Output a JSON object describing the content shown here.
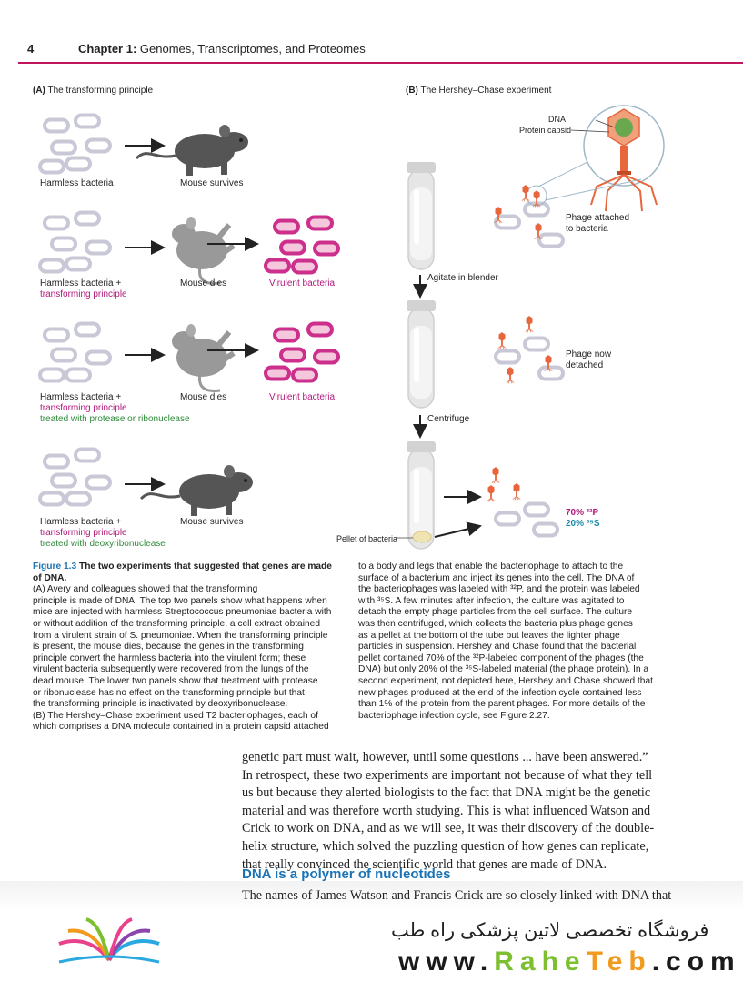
{
  "header": {
    "page_number": "4",
    "chapter": "Chapter 1:",
    "chapter_title": "Genomes, Transcriptomes, and Proteomes"
  },
  "panel_a": {
    "letter": "(A)",
    "title": "The transforming principle",
    "rows": [
      {
        "left": "Harmless bacteria",
        "left_extra": "",
        "left_extra2": "",
        "mouse": "Mouse survives",
        "right": ""
      },
      {
        "left": "Harmless bacteria +",
        "left_extra": "transforming principle",
        "left_extra2": "",
        "mouse": "Mouse dies",
        "right": "Virulent bacteria"
      },
      {
        "left": "Harmless bacteria +",
        "left_extra": "transforming principle",
        "left_extra2": "treated with protease or ribonuclease",
        "mouse": "Mouse dies",
        "right": "Virulent bacteria"
      },
      {
        "left": "Harmless bacteria +",
        "left_extra": "transforming principle",
        "left_extra2": "treated with deoxyribonuclease",
        "mouse": "Mouse survives",
        "right": ""
      }
    ]
  },
  "panel_b": {
    "letter": "(B)",
    "title": "The Hershey–Chase experiment",
    "dna": "DNA",
    "capsid": "Protein capsid",
    "attached_1": "Phage attached",
    "attached_2": "to bacteria",
    "step1": "Agitate in blender",
    "detached_1": "Phage now",
    "detached_2": "detached",
    "step2": "Centrifuge",
    "p32": "70% ³²P",
    "s35": "20% ³⁵S",
    "pellet": "Pellet of bacteria"
  },
  "caption": {
    "label": "Figure 1.3",
    "title": "The two experiments that suggested that genes are made of DNA.",
    "col1": [
      "(A) Avery and colleagues showed that the transforming",
      "principle is made of DNA. The top two panels show what happens when",
      "mice are injected with harmless Streptococcus pneumoniae bacteria with",
      "or without addition of the transforming principle, a cell extract obtained",
      "from a virulent strain of S. pneumoniae. When the transforming principle",
      "is present, the mouse dies, because the genes in the transforming",
      "principle convert the harmless bacteria into the virulent form; these",
      "virulent bacteria subsequently were recovered from the lungs of the",
      "dead mouse. The lower two panels show that treatment with protease",
      "or ribonuclease has no effect on the transforming principle but that",
      "the transforming principle is inactivated by deoxyribonuclease.",
      "(B) The Hershey–Chase experiment used T2 bacteriophages, each of",
      "which comprises a DNA molecule contained in a protein capsid attached"
    ],
    "col2": [
      "to a body and legs that enable the bacteriophage to attach to the",
      "surface of a bacterium and inject its genes into the cell. The DNA of",
      "the bacteriophages was labeled with ³²P, and the protein was labeled",
      "with ³⁵S. A few minutes after infection, the culture was agitated to",
      "detach the empty phage particles from the cell surface. The culture",
      "was then centrifuged, which collects the bacteria plus phage genes",
      "as a pellet at the bottom of the tube but leaves the lighter phage",
      "particles in suspension. Hershey and Chase found that the bacterial",
      "pellet contained 70% of the ³²P-labeled component of the phages (the",
      "DNA) but only 20% of the ³⁵S-labeled material (the phage protein). In a",
      "second experiment, not depicted here, Hershey and Chase showed that",
      "new phages produced at the end of the infection cycle contained less",
      "than 1% of the protein from the parent phages. For more details of the",
      "bacteriophage infection cycle, see Figure 2.27."
    ]
  },
  "body": {
    "paragraph": [
      "genetic part must wait, however, until some questions ... have been answered.”",
      "In retrospect, these two experiments are important not because of what they tell",
      "us but because they alerted biologists to the fact that DNA might be the genetic",
      "material and was therefore worth studying. This is what influenced Watson and",
      "Crick to work on DNA, and as we will see, it was their discovery of the double-",
      "helix structure, which solved the puzzling question of how genes can replicate,",
      "that really convinced the scientific world that genes are made of DNA."
    ],
    "heading": "DNA is a polymer of nucleotides",
    "next_line": "The names of James Watson and Francis Crick are so closely linked with DNA that"
  },
  "footer": {
    "store": "فروشگاه تخصصی لاتین پزشکی راه طب",
    "url_1": "www.",
    "url_2": "Rahe",
    "url_3": "Teb",
    "url_4": ".com"
  },
  "colors": {
    "accent": "#c0145c",
    "blue": "#1a73b5",
    "magenta": "#b0187a",
    "green": "#2f8a3a",
    "phage": "#e8663c"
  }
}
